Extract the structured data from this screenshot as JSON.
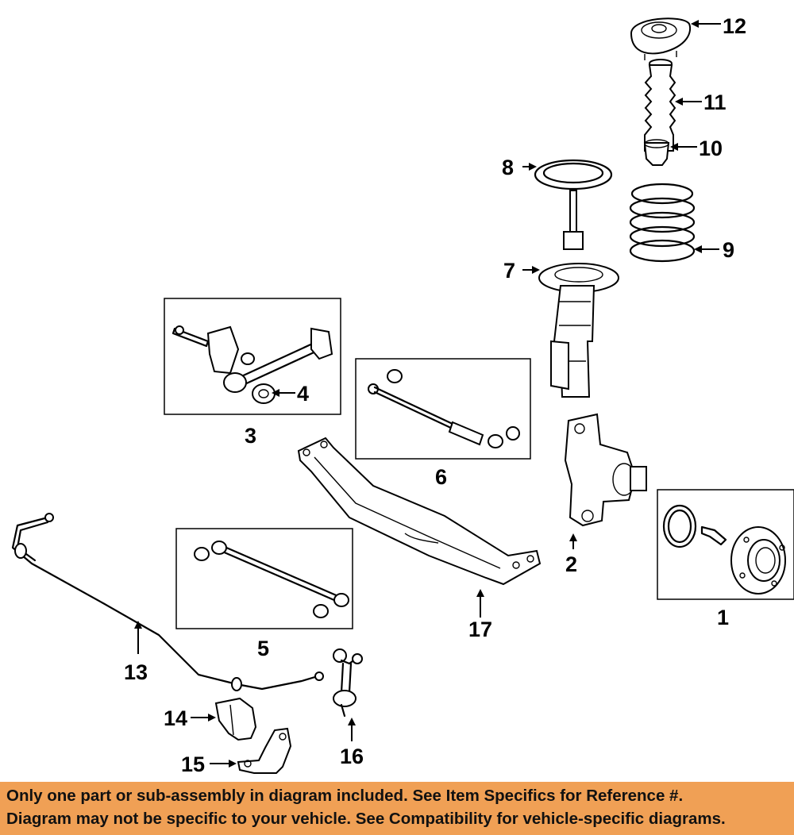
{
  "diagram": {
    "callouts": [
      {
        "id": "c1",
        "number": "1"
      },
      {
        "id": "c2",
        "number": "2"
      },
      {
        "id": "c3",
        "number": "3"
      },
      {
        "id": "c4",
        "number": "4"
      },
      {
        "id": "c5",
        "number": "5"
      },
      {
        "id": "c6",
        "number": "6"
      },
      {
        "id": "c7",
        "number": "7"
      },
      {
        "id": "c8",
        "number": "8"
      },
      {
        "id": "c9",
        "number": "9"
      },
      {
        "id": "c10",
        "number": "10"
      },
      {
        "id": "c11",
        "number": "11"
      },
      {
        "id": "c12",
        "number": "12"
      },
      {
        "id": "c13",
        "number": "13"
      },
      {
        "id": "c14",
        "number": "14"
      },
      {
        "id": "c15",
        "number": "15"
      },
      {
        "id": "c16",
        "number": "16"
      },
      {
        "id": "c17",
        "number": "17"
      }
    ]
  },
  "notice": {
    "line1": "Only one part or sub-assembly in diagram included. See Item Specifics for Reference #.",
    "line2": "Diagram may not be specific to your vehicle. See Compatibility for vehicle-specific diagrams.",
    "background": "#f0a055"
  }
}
